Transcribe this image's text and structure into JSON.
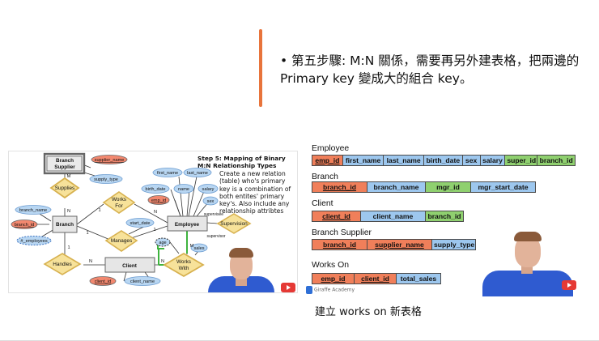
{
  "bullet": {
    "marker": "•",
    "text": "第五步驟: M:N 關係，需要再另外建表格，把兩邊的 Primary key 變成大的組合 key。"
  },
  "er": {
    "step_title": "Step 5: Mapping of Binary M:N Relationship Types",
    "step_body": "Create a new relation (table) who's primary key is a combination of both entites' primary key's. Also include any relationship attribtes",
    "entities": {
      "branch_supplier": "Branch Supplier",
      "branch": "Branch",
      "employee": "Employee",
      "client": "Client"
    },
    "relations": {
      "supplies": "Supplies",
      "works_for": "Works For",
      "manages": "Manages",
      "handles": "Handles",
      "supervision": "Supervision",
      "works_with": "Works With"
    },
    "attrs": {
      "supplier_name": "supplier_name",
      "supply_type": "supply_type",
      "branch_name": "branch_name",
      "branch_id": "branch_id",
      "num_employees": "#_employees",
      "first_name": "first_name",
      "last_name": "last_name",
      "birth_date": "birth_date",
      "name": "name",
      "salary": "salary",
      "emp_id": "emp_id",
      "sex": "sex",
      "start_date": "start_date",
      "age": "age",
      "sales": "sales",
      "client_id": "client_id",
      "client_name": "client_name",
      "supervisee": "supervisee",
      "supervisor": "supervisor"
    },
    "cardinality": {
      "m1": "M",
      "n1": "N",
      "one_a": "1",
      "n2": "N",
      "one_b": "1",
      "one_c": "1",
      "one_d": "1",
      "n3": "N",
      "m2": "M",
      "n4": "N"
    }
  },
  "schema": {
    "employee": {
      "name": "Employee",
      "cols": [
        "emp_id",
        "first_name",
        "last_name",
        "birth_date",
        "sex",
        "salary",
        "super_id",
        "branch_id"
      ]
    },
    "branch": {
      "name": "Branch",
      "cols": [
        "branch_id",
        "branch_name",
        "mgr_id",
        "mgr_start_date"
      ]
    },
    "client": {
      "name": "Client",
      "cols": [
        "client_id",
        "client_name",
        "branch_id"
      ]
    },
    "branch_supplier": {
      "name": "Branch Supplier",
      "cols": [
        "branch_id",
        "supplier_name",
        "supply_type"
      ]
    },
    "works_on": {
      "name": "Works On",
      "cols": [
        "emp_id",
        "client_id",
        "total_sales"
      ]
    },
    "academy": "Giraffe Academy"
  },
  "caption": "建立 works on 新表格",
  "icons": [
    "youtube-play-icon",
    "giraffe-academy-logo"
  ],
  "colors": {
    "accent_bar": "#e8743b",
    "primary_key": "#f07f5a",
    "attribute": "#9dc7ee",
    "foreign_key": "#8fd06f",
    "relation": "#f7e29a"
  }
}
